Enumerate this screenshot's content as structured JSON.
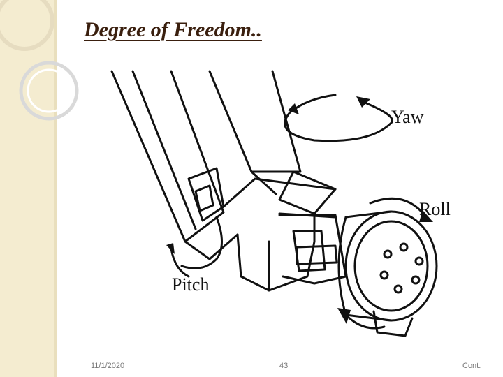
{
  "slide": {
    "title": "Degree of Freedom..",
    "figure": {
      "labels": {
        "yaw": "Yaw",
        "roll": "Roll",
        "pitch": "Pitch"
      }
    },
    "footer": {
      "date": "11/1/2020",
      "page_number": "43",
      "note": "Cont."
    }
  }
}
